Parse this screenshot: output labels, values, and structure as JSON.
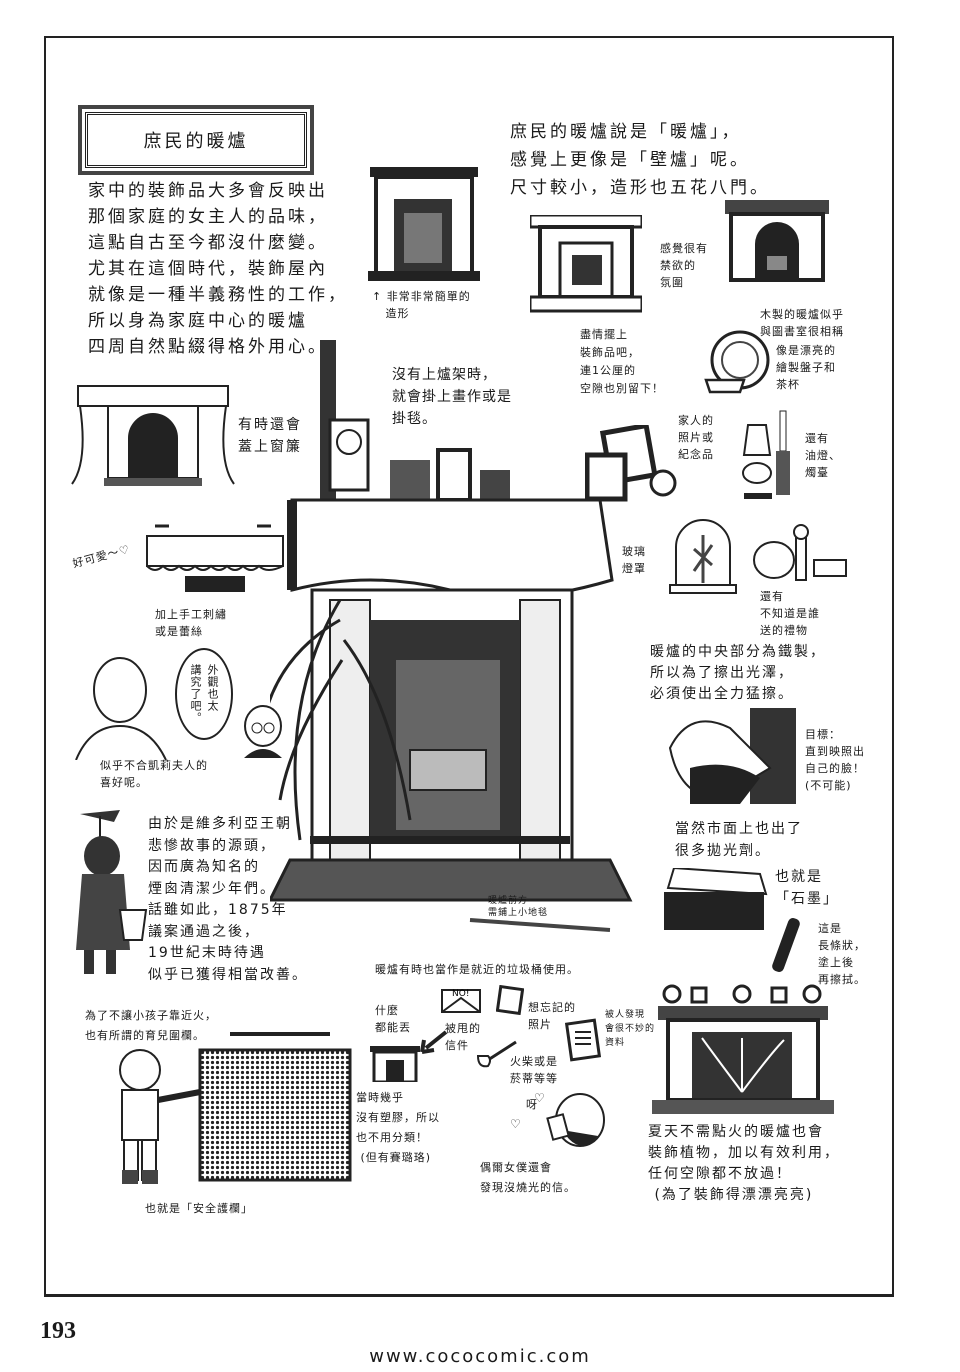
{
  "title": "庶民的暖爐",
  "intro": "家中的裝飾品大多會反映出\n那個家庭的女主人的品味，\n這點自古至今都沒什麼變。\n尤其在這個時代，裝飾屋內\n就像是一種半義務性的工作，\n所以身為家庭中心的暖爐\n四周自然點綴得格外用心。",
  "intro_right": "庶民的暖爐說是「暖爐」，\n感覺上更像是「壁爐」呢。\n尺寸較小，造形也五花八門。",
  "notes": {
    "simple": "↑ 非常非常簡單的\n   造形",
    "ascetic": "感覺很有\n禁欲的\n氛圍",
    "wooden": "木製的暖爐似乎\n與圖書室很相稱",
    "plates": "像是漂亮的\n繪製盤子和\n茶杯",
    "decorate": "盡情擺上\n裝飾品吧，\n連1公厘的\n空隙也別留下！",
    "no_mantel": "沒有上爐架時，\n就會掛上畫作或是\n掛毯。",
    "photos": "家人的\n照片或\n紀念品",
    "lamps": "還有\n油燈、\n燭臺",
    "curtain": "有時還會\n蓋上窗簾",
    "cute": "好可愛～♡",
    "embroidery": "加上手工刺繡\n或是蕾絲",
    "bubble": "外觀也太\n講究了吧。",
    "madam": "似乎不合凱莉夫人的\n喜好呢。",
    "glass": "玻璃\n燈罩",
    "gifts": "還有\n不知道是誰\n送的禮物",
    "iron": "暖爐的中央部分為鐵製，\n所以為了擦出光澤，\n必須使出全力猛擦。",
    "goal": "目標：\n直到映照出\n自己的臉！\n(不可能)",
    "polish": "當然市面上也出了\n很多拋光劑。",
    "graphite": "也就是\n「石墨」",
    "stick": "這是\n長條狀，\n塗上後\n再擦拭。",
    "rug": "暖爐前方\n需鋪上小地毯",
    "sweep": "由於是維多利亞王朝\n悲慘故事的源頭，\n因而廣為知名的\n煙囪清潔少年們。\n話雖如此，1875年\n議案通過之後，\n19世紀末時待遇\n似乎已獲得相當改善。",
    "trash": "暖爐有時也當作是就近的垃圾桶使用。",
    "anything": "什麼\n都能丟",
    "letters": "被甩的\n信件",
    "forget_photo": "想忘記的\n照片",
    "secret_docs": "被人發現\n會很不妙的\n資料",
    "matches": "火柴或是\n菸蒂等等",
    "plastic": "當時幾乎\n沒有塑膠，所以\n也不用分類！\n (但有賽璐珞)",
    "ya": "呀",
    "maid": "偶爾女僕還會\n發現沒燒光的信。",
    "fence": "為了不讓小孩子靠近火，\n也有所謂的育兒圍欄。",
    "safety": "也就是「安全護欄」",
    "summer": "夏天不需點火的暖爐也會\n裝飾植物，加以有效利用，\n任何空隙都不放過！\n (為了裝飾得漂漂亮亮)",
    "envelope_mark": "NO!"
  },
  "page_number": "193",
  "watermark": "www.cococomic.com"
}
